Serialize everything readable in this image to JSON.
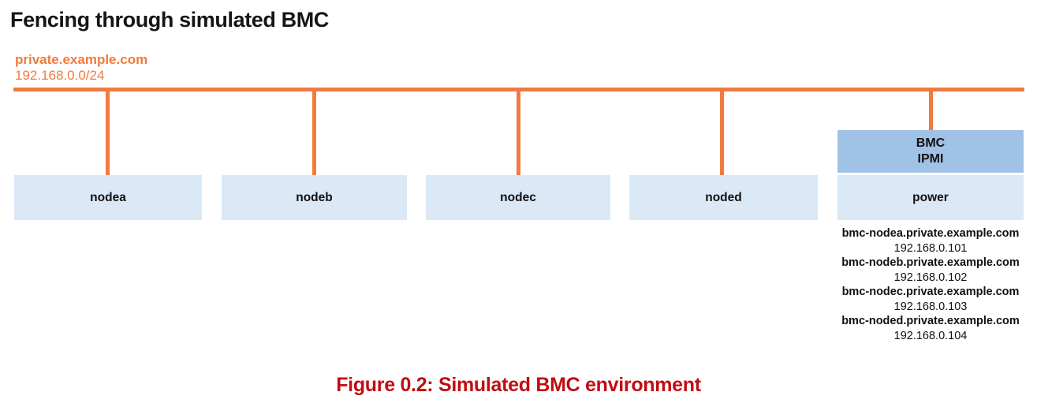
{
  "title": "Fencing through simulated BMC",
  "network": {
    "domain": "private.example.com",
    "cidr": "192.168.0.0/24"
  },
  "nodes": [
    {
      "label": "nodea"
    },
    {
      "label": "nodeb"
    },
    {
      "label": "nodec"
    },
    {
      "label": "noded"
    }
  ],
  "bmc": {
    "header_line1": "BMC",
    "header_line2": "IPMI",
    "power_label": "power",
    "entries": [
      {
        "host": "bmc-nodea.private.example.com",
        "ip": "192.168.0.101"
      },
      {
        "host": "bmc-nodeb.private.example.com",
        "ip": "192.168.0.102"
      },
      {
        "host": "bmc-nodec.private.example.com",
        "ip": "192.168.0.103"
      },
      {
        "host": "bmc-noded.private.example.com",
        "ip": "192.168.0.104"
      }
    ]
  },
  "caption": "Figure 0.2: Simulated BMC environment",
  "colors": {
    "orange": "#EF7C3E",
    "node-fill": "#DBE8F6",
    "bmc-header-fill": "#A0C2E6",
    "caption-red": "#C00D12",
    "text-black": "#151515"
  }
}
